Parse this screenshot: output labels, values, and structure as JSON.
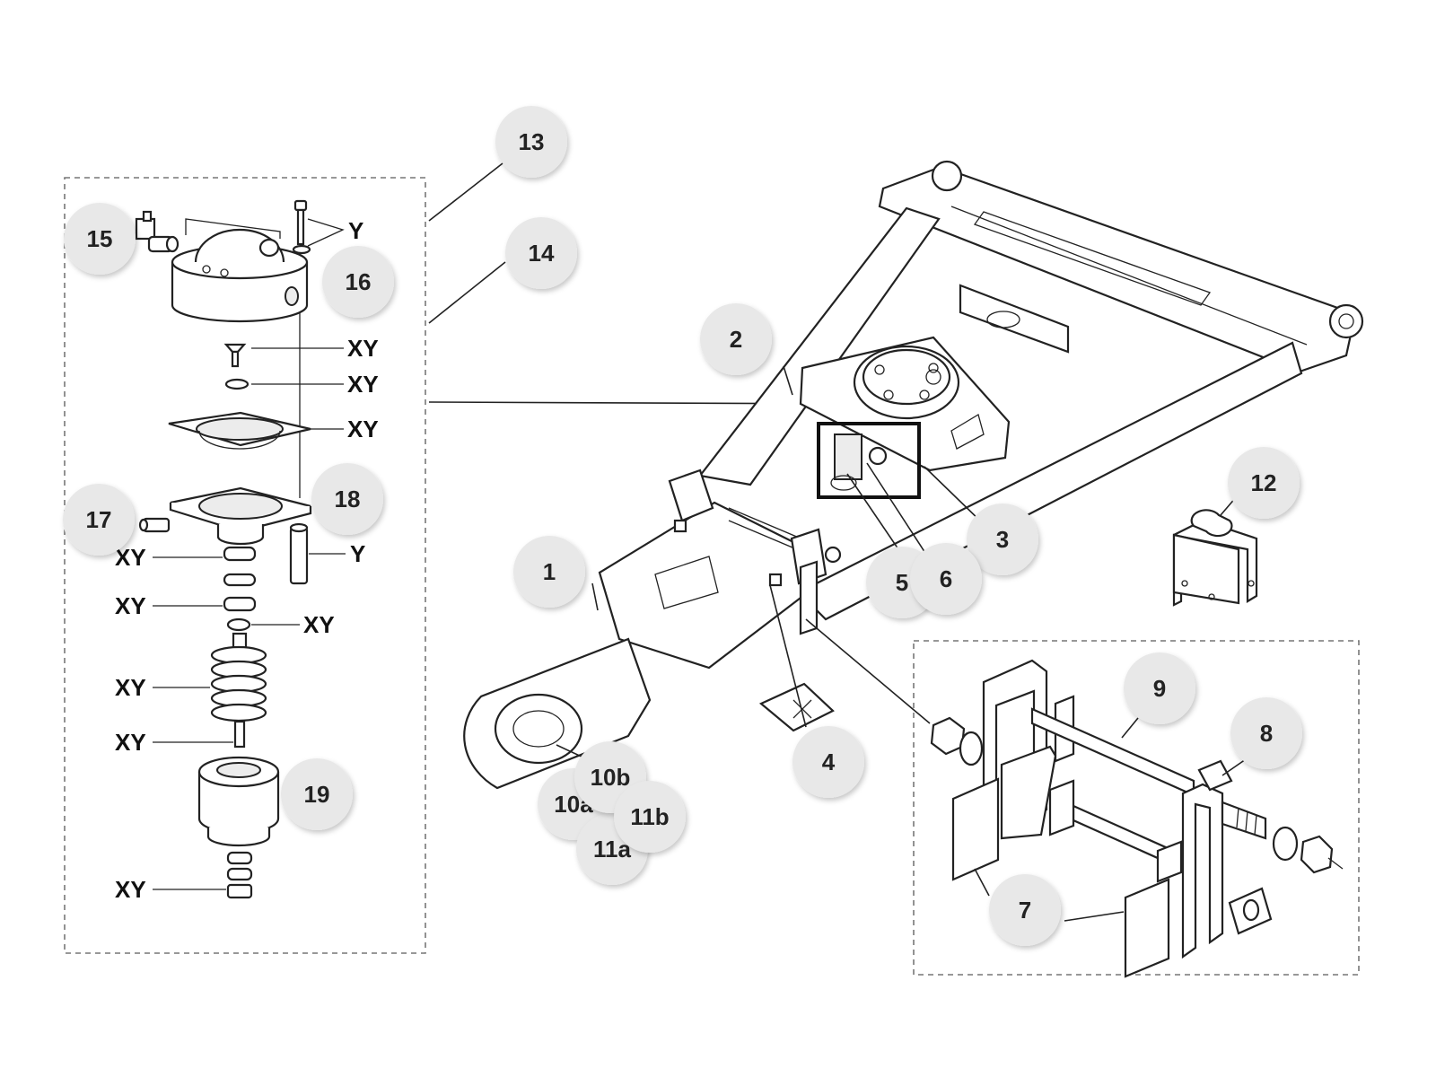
{
  "callouts": {
    "c1": "1",
    "c2": "2",
    "c3": "3",
    "c4": "4",
    "c5": "5",
    "c6": "6",
    "c7": "7",
    "c8": "8",
    "c9": "9",
    "c10a": "10a",
    "c10b": "10b",
    "c11a": "11a",
    "c11b": "11b",
    "c12": "12",
    "c13": "13",
    "c14": "14",
    "c15": "15",
    "c16": "16",
    "c17": "17",
    "c18": "18",
    "c19": "19"
  },
  "labels": {
    "y_bolt": "Y",
    "xy_screw": "XY",
    "xy_washer": "XY",
    "xy_gasket": "XY",
    "y_pin": "Y",
    "xy_bearing1": "XY",
    "xy_bearing2": "XY",
    "xy_washer_right": "XY",
    "xy_spring": "XY",
    "xy_shaft": "XY",
    "xy_nut": "XY"
  }
}
